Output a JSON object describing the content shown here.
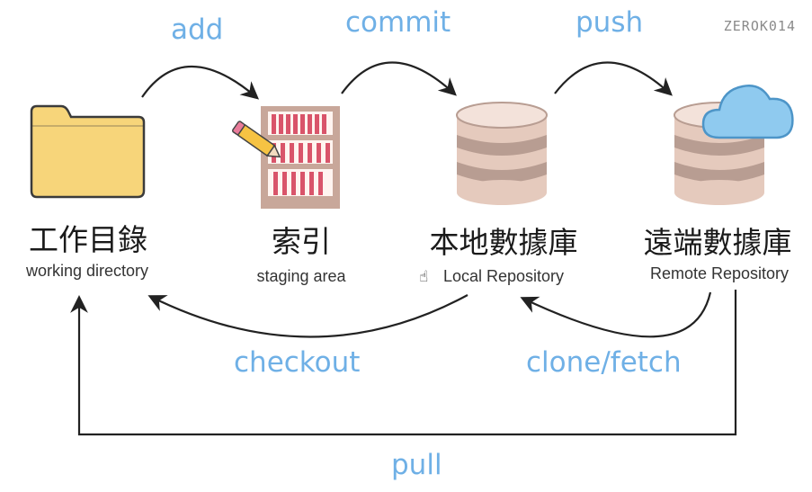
{
  "watermark": "ZEROK014",
  "nodes": {
    "working_directory": {
      "title": "工作目錄",
      "subtitle": "working directory",
      "icon": "folder-icon"
    },
    "staging_area": {
      "title": "索引",
      "subtitle": "staging area",
      "icon": "bookshelf-icon"
    },
    "local_repository": {
      "title": "本地數據庫",
      "subtitle": "Local Repository",
      "icon": "database-icon"
    },
    "remote_repository": {
      "title": "遠端數據庫",
      "subtitle": "Remote Repository",
      "icon": "cloud-database-icon"
    }
  },
  "arrows": {
    "add": "add",
    "commit": "commit",
    "push": "push",
    "checkout": "checkout",
    "clone_fetch": "clone/fetch",
    "pull": "pull"
  },
  "colors": {
    "arrow_label": "#6fb0e6",
    "folder": "#f7d57a",
    "folder_stroke": "#3b3b3b",
    "shelf": "#c8a79a",
    "book": "#d9546a",
    "database": "#e5cabd",
    "database_band": "#b89d92",
    "cloud": "#8fcaef"
  }
}
